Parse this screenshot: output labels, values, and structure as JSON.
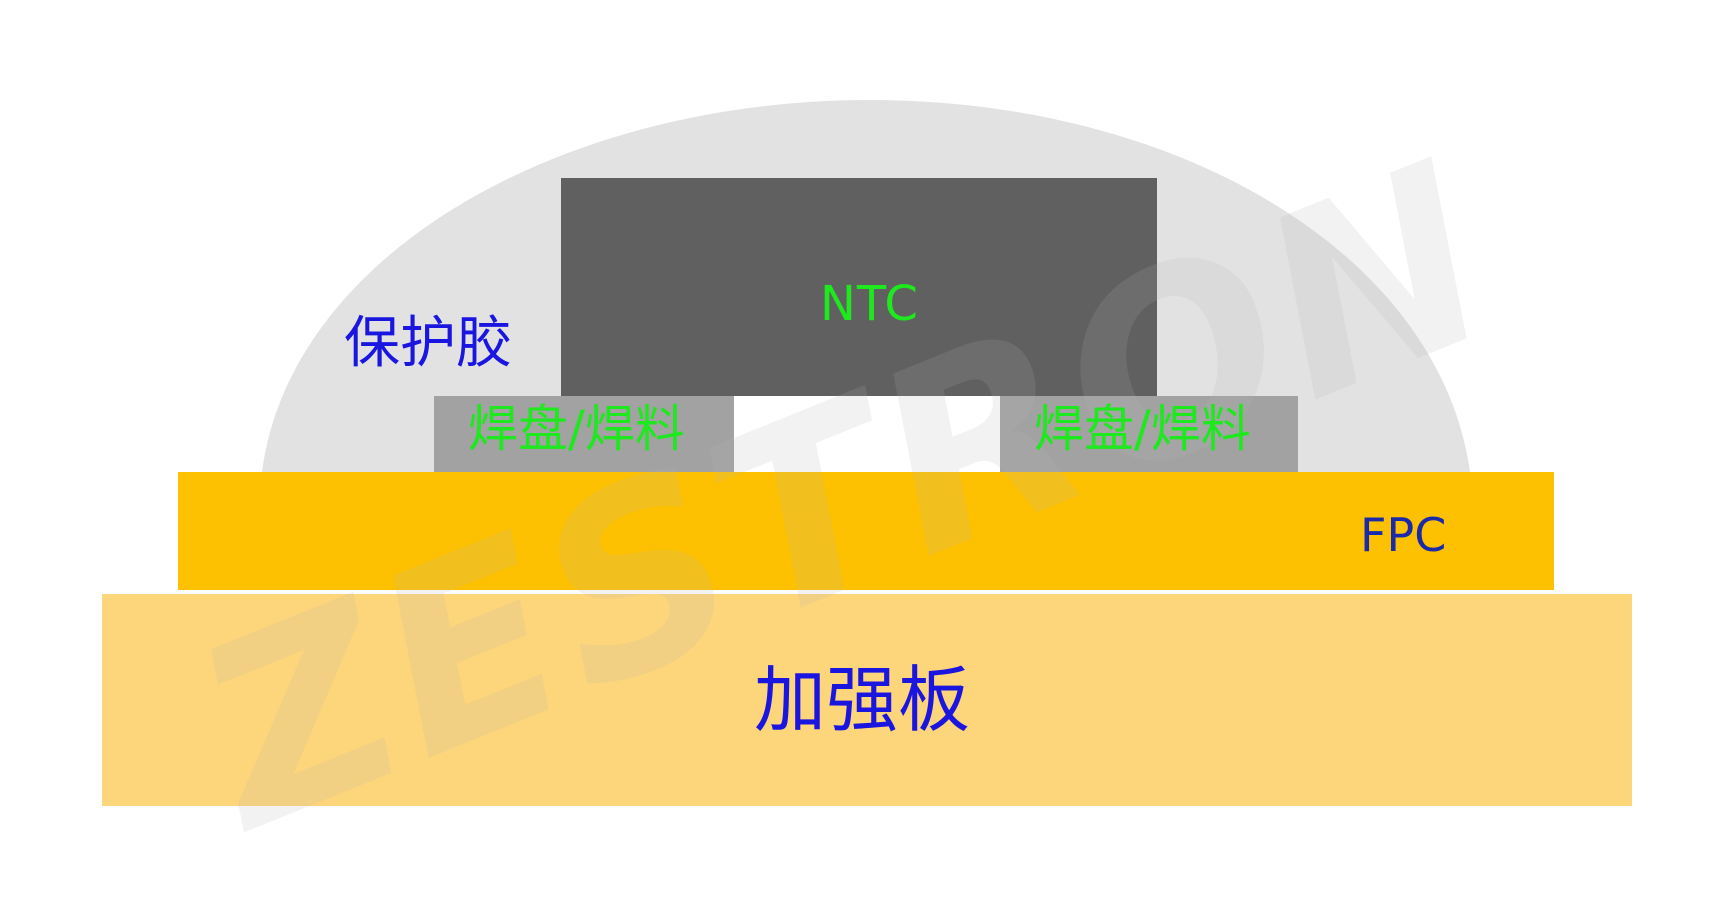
{
  "labels": {
    "component": "NTC",
    "protective_glue": "保护胶",
    "pad_solder_left": "焊盘/焊料",
    "pad_solder_right": "焊盘/焊料",
    "fpc": "FPC",
    "stiffener": "加强板"
  },
  "watermark": "ZESTRON",
  "colors": {
    "glue": "#e2e2e2",
    "component": "#606060",
    "pad": "#a2a2a2",
    "fpc": "#fdc101",
    "stiffener": "#fdd57a",
    "green_text": "#1ee81e",
    "blue_text": "#1a16e0"
  }
}
